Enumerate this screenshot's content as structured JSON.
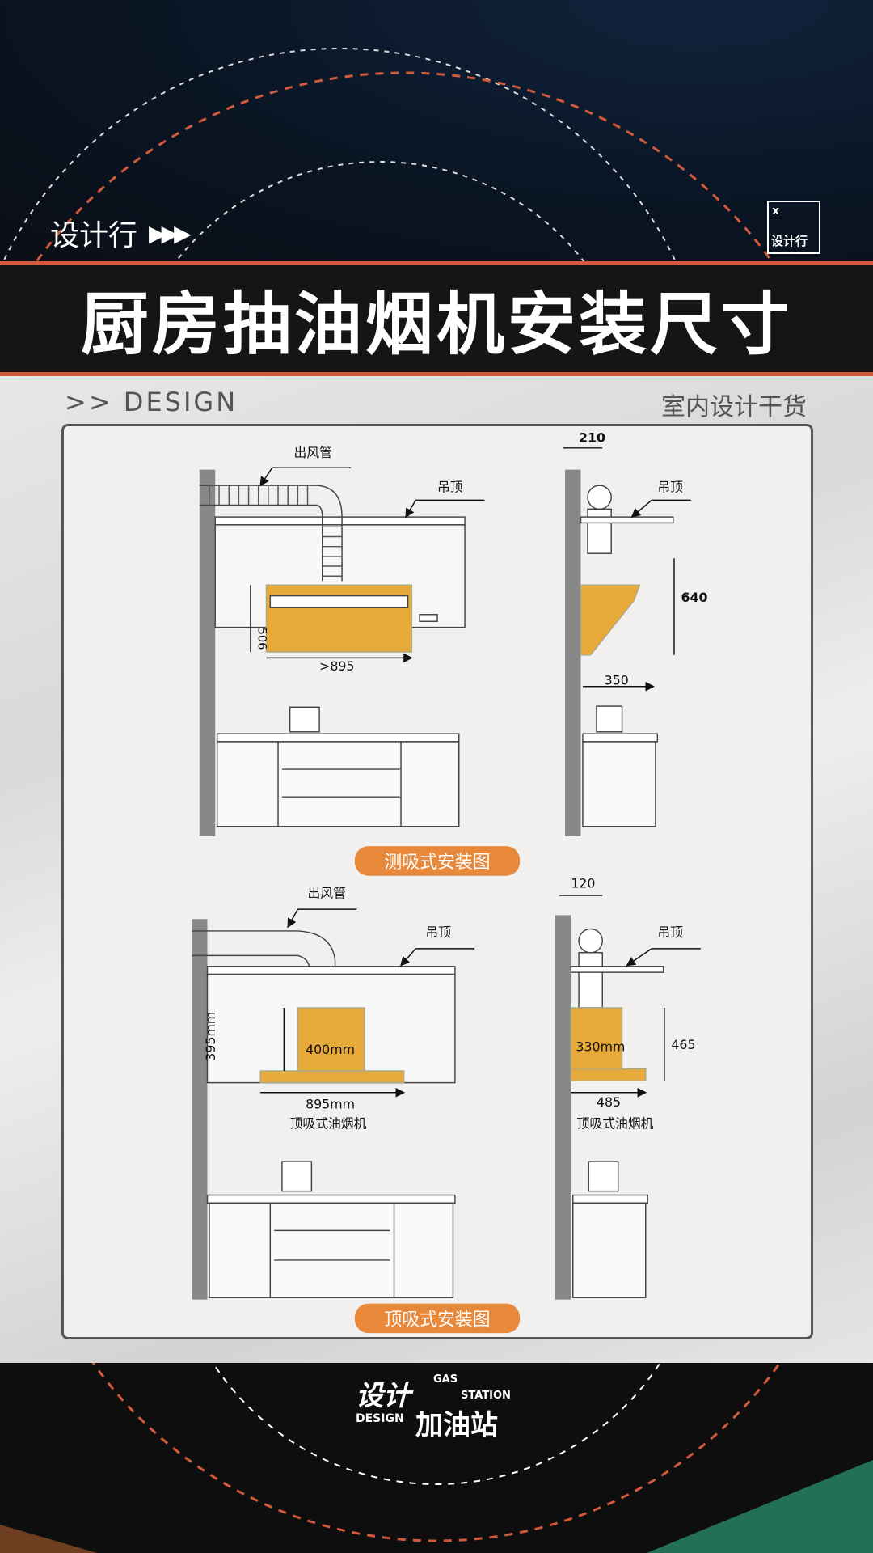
{
  "header": {
    "brand": "设计行",
    "brand_arrows": "▶▶▶",
    "badge_mark": "x",
    "badge_text": "设计行",
    "title": "厨房抽油烟机安装尺寸"
  },
  "subheader": {
    "left": ">>  DESIGN",
    "right": "室内设计干货"
  },
  "diagram_side": {
    "duct_label": "出风管",
    "ceiling_label": "吊顶",
    "height": "506",
    "width": ">895",
    "side_duct": "210",
    "side_ceiling": "吊顶",
    "side_height": "640",
    "side_depth": "350",
    "caption": "测吸式安装图"
  },
  "diagram_top": {
    "duct_label": "出风管",
    "ceiling_label": "吊顶",
    "height": "395mm",
    "body_width": "400mm",
    "width": "895mm",
    "name": "顶吸式油烟机",
    "side_duct": "120",
    "side_ceiling": "吊顶",
    "side_body": "330mm",
    "side_height": "465",
    "side_depth": "485",
    "side_name": "顶吸式油烟机",
    "caption": "顶吸式安装图"
  },
  "footer": {
    "logo_cn1": "设计",
    "logo_gas": "GAS",
    "logo_station": "STATION",
    "logo_design": "DESIGN",
    "logo_cn2": "加油站"
  },
  "colors": {
    "accent": "#d25a3c",
    "hood": "#e6a93a",
    "caption": "#e8883a"
  }
}
